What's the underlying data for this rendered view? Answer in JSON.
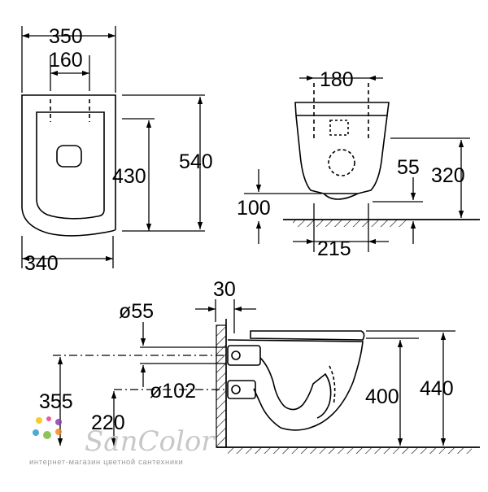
{
  "dimensions": {
    "top_view": {
      "width_overall": "350",
      "fixing_spacing": "160",
      "depth_to_fixing": "430",
      "length_overall": "540",
      "width_bottom": "340"
    },
    "rear_view": {
      "fixing_spacing": "180",
      "floor_clearance": "100",
      "outlet_offset": "55",
      "fixing_height": "320",
      "outlet_width": "215"
    },
    "side_view": {
      "wall_gap": "30",
      "inlet_diameter": "ø55",
      "outlet_diameter": "ø102",
      "inlet_height": "355",
      "outlet_height": "220",
      "bowl_height": "400",
      "seat_height": "440"
    }
  },
  "watermark": {
    "brand": "SanColor",
    "tagline": "интернет-магазин цветной сантехники",
    "dot_colors": [
      "#f2c400",
      "#e83d8c",
      "#8a3fb0",
      "#2e9ad0",
      "#7ab83a",
      "#f28c1c"
    ]
  }
}
